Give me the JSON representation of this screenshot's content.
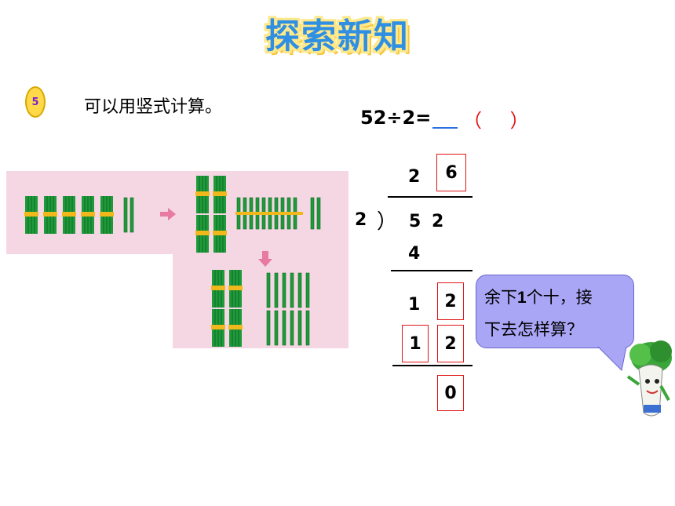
{
  "header": {
    "title": "探索新知"
  },
  "problem": {
    "number": "5",
    "intro": "可以用竖式计算。",
    "equation": "52÷2=",
    "answer_parens": "（ ）"
  },
  "division": {
    "divisor": "2",
    "bracket": "）",
    "dividend_tens": "5",
    "dividend_ones": "2",
    "quotient_tens": "2",
    "quotient_ones": "6",
    "sub1": "4",
    "remainder_tens": "1",
    "bring_down": "2",
    "sub2_tens": "1",
    "sub2_ones": "2",
    "final": "0"
  },
  "speech": {
    "line1_a": "余下",
    "line1_num": "1",
    "line1_b": "个十，接",
    "line2": "下去怎样算？"
  },
  "colors": {
    "bubble": "#aaa6f6",
    "box_border": "#e01515",
    "picture_bg": "#f5d7e4",
    "stick": "#1f9a3a"
  },
  "icons": [
    "number-badge-icon",
    "stick-bundles-illustration",
    "arrow-right-icon",
    "arrow-down-icon",
    "vegetable-character-icon"
  ]
}
